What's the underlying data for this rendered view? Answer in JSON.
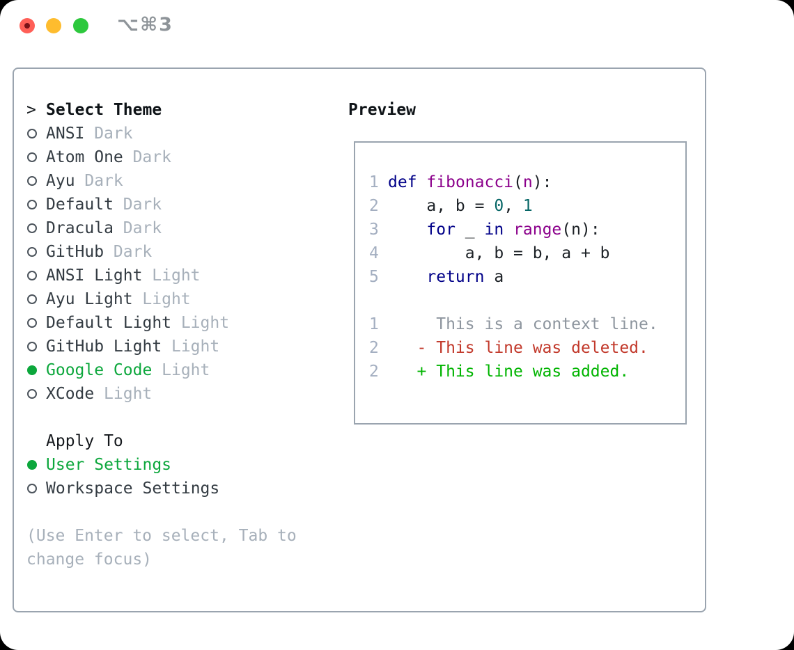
{
  "window": {
    "shortcut": "⌥⌘3",
    "traffic_lights": {
      "close": "red",
      "minimize": "yellow",
      "zoom": "green"
    }
  },
  "theme_picker": {
    "title_marker": ">",
    "title": "Select Theme",
    "items": [
      {
        "name": "ANSI",
        "variant": "Dark",
        "selected": false
      },
      {
        "name": "Atom One",
        "variant": "Dark",
        "selected": false
      },
      {
        "name": "Ayu",
        "variant": "Dark",
        "selected": false
      },
      {
        "name": "Default",
        "variant": "Dark",
        "selected": false
      },
      {
        "name": "Dracula",
        "variant": "Dark",
        "selected": false
      },
      {
        "name": "GitHub",
        "variant": "Dark",
        "selected": false
      },
      {
        "name": "ANSI Light",
        "variant": "Light",
        "selected": false
      },
      {
        "name": "Ayu Light",
        "variant": "Light",
        "selected": false
      },
      {
        "name": "Default Light",
        "variant": "Light",
        "selected": false
      },
      {
        "name": "GitHub Light",
        "variant": "Light",
        "selected": false
      },
      {
        "name": "Google Code",
        "variant": "Light",
        "selected": true
      },
      {
        "name": "XCode",
        "variant": "Light",
        "selected": false
      }
    ]
  },
  "apply_to": {
    "title": "Apply To",
    "options": [
      {
        "label": "User Settings",
        "selected": true
      },
      {
        "label": "Workspace Settings",
        "selected": false
      }
    ]
  },
  "hint": "(Use Enter to select, Tab to change focus)",
  "preview": {
    "title": "Preview",
    "lines": [
      {
        "num": "1",
        "tokens": [
          [
            "def",
            "kw"
          ],
          [
            " ",
            "pl"
          ],
          [
            "fibonacci",
            "fn"
          ],
          [
            "(",
            "pl"
          ],
          [
            "n",
            "fn"
          ],
          [
            "):",
            "pl"
          ]
        ]
      },
      {
        "num": "2",
        "tokens": [
          [
            "    a, b = ",
            "pl"
          ],
          [
            "0",
            "lit"
          ],
          [
            ", ",
            "pl"
          ],
          [
            "1",
            "lit"
          ]
        ]
      },
      {
        "num": "3",
        "tokens": [
          [
            "    ",
            "pl"
          ],
          [
            "for",
            "kw"
          ],
          [
            " _ ",
            "pl"
          ],
          [
            "in",
            "kw"
          ],
          [
            " ",
            "pl"
          ],
          [
            "range",
            "fn"
          ],
          [
            "(n):",
            "pl"
          ]
        ]
      },
      {
        "num": "4",
        "tokens": [
          [
            "        a, b = b, a + b",
            "pl"
          ]
        ]
      },
      {
        "num": "5",
        "tokens": [
          [
            "    ",
            "pl"
          ],
          [
            "return",
            "kw"
          ],
          [
            " a",
            "pl"
          ]
        ]
      },
      {
        "num": "",
        "tokens": []
      },
      {
        "num": "1",
        "tokens": [
          [
            "     This is a context line.",
            "ctx"
          ]
        ]
      },
      {
        "num": "2",
        "tokens": [
          [
            "   - This line was deleted.",
            "del"
          ]
        ]
      },
      {
        "num": "2",
        "tokens": [
          [
            "   + This line was added.",
            "add"
          ]
        ]
      }
    ]
  },
  "colors": {
    "accent_green": "#0ca73c",
    "added_green": "#00b400",
    "deleted_red": "#c2392b",
    "keyword_blue": "#000088",
    "function_purple": "#8b008b",
    "literal_teal": "#066666",
    "border_gray": "#9aa4af",
    "muted_gray": "#a7b0ba"
  }
}
